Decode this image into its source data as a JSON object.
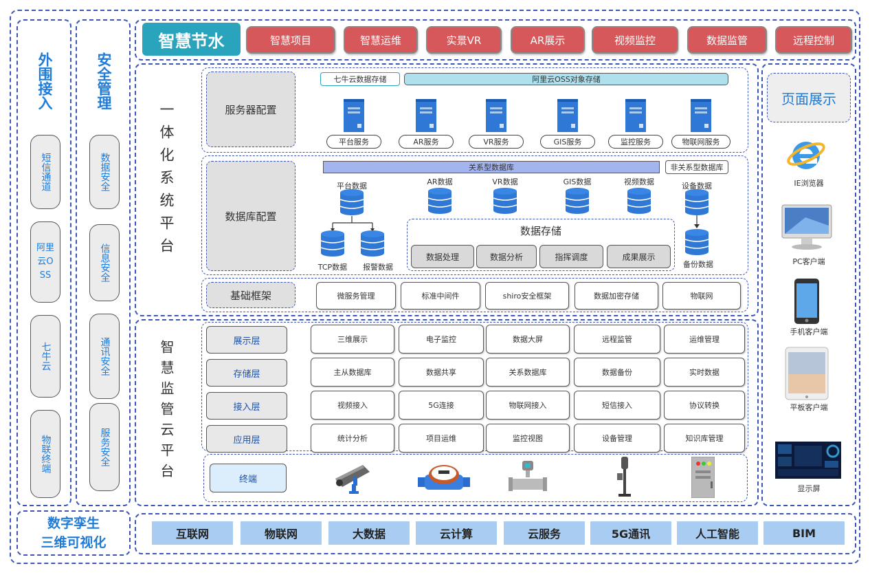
{
  "left_col1": {
    "title": "外围接入",
    "items": [
      "短信通道",
      "阿里云OSS",
      "七牛云",
      "物联终端"
    ]
  },
  "left_col2": {
    "title": "安全管理",
    "items": [
      "数据安全",
      "信息安全",
      "通讯安全",
      "服务安全"
    ]
  },
  "header": {
    "title": "智慧节水",
    "buttons": [
      "智慧项目",
      "智慧运维",
      "实景VR",
      "AR展示",
      "视频监控",
      "数据监管",
      "远程控制"
    ]
  },
  "integrated_platform": {
    "title": "一体化系统平台",
    "server_config": {
      "label": "服务器配置",
      "storage_small": "七牛云数据存储",
      "storage_big": "阿里云OSS对象存储",
      "services": [
        "平台服务",
        "AR服务",
        "VR服务",
        "GIS服务",
        "监控服务",
        "物联网服务"
      ]
    },
    "db_config": {
      "label": "数据库配置",
      "relational": "关系型数据库",
      "nonrelational": "非关系型数据库",
      "db_labels": [
        "平台数据",
        "AR数据",
        "VR数据",
        "GIS数据",
        "视频数据",
        "设备数据"
      ],
      "tcp": "TCP数据",
      "alarm": "报警数据",
      "backup": "备份数据",
      "storage_title": "数据存储",
      "storage_items": [
        "数据处理",
        "数据分析",
        "指挥调度",
        "成果展示"
      ]
    },
    "framework": {
      "label": "基础框架",
      "items": [
        "微服务管理",
        "标准中间件",
        "shiro安全框架",
        "数据加密存储",
        "物联网"
      ]
    }
  },
  "cloud_platform": {
    "title": "智慧监管云平台",
    "layers": [
      {
        "name": "展示层",
        "items": [
          "三维展示",
          "电子监控",
          "数据大屏",
          "远程监管",
          "运维管理"
        ]
      },
      {
        "name": "存储层",
        "items": [
          "主从数据库",
          "数据共享",
          "关系数据库",
          "数据备份",
          "实时数据"
        ]
      },
      {
        "name": "接入层",
        "items": [
          "视频接入",
          "5G连接",
          "物联网接入",
          "短信接入",
          "协议转换"
        ]
      },
      {
        "name": "应用层",
        "items": [
          "统计分析",
          "项目运维",
          "监控视图",
          "设备管理",
          "知识库管理"
        ]
      }
    ],
    "terminal": "终端"
  },
  "right_col": {
    "title": "页面展示",
    "clients": [
      "IE浏览器",
      "PC客户端",
      "手机客户端",
      "平板客户端",
      "显示屏"
    ]
  },
  "bottom": {
    "label_line1": "数字孪生",
    "label_line2": "三维可视化",
    "tech": [
      "互联网",
      "物联网",
      "大数据",
      "云计算",
      "云服务",
      "5G通讯",
      "人工智能",
      "BIM"
    ]
  },
  "colors": {
    "frame": "#3b55b8",
    "accent_blue": "#1f7bd8",
    "header_teal": "#2aa3bd",
    "red_button": "#d7585b",
    "tech_blue": "#a9cdf2",
    "db_blue": "#2f78d6"
  }
}
